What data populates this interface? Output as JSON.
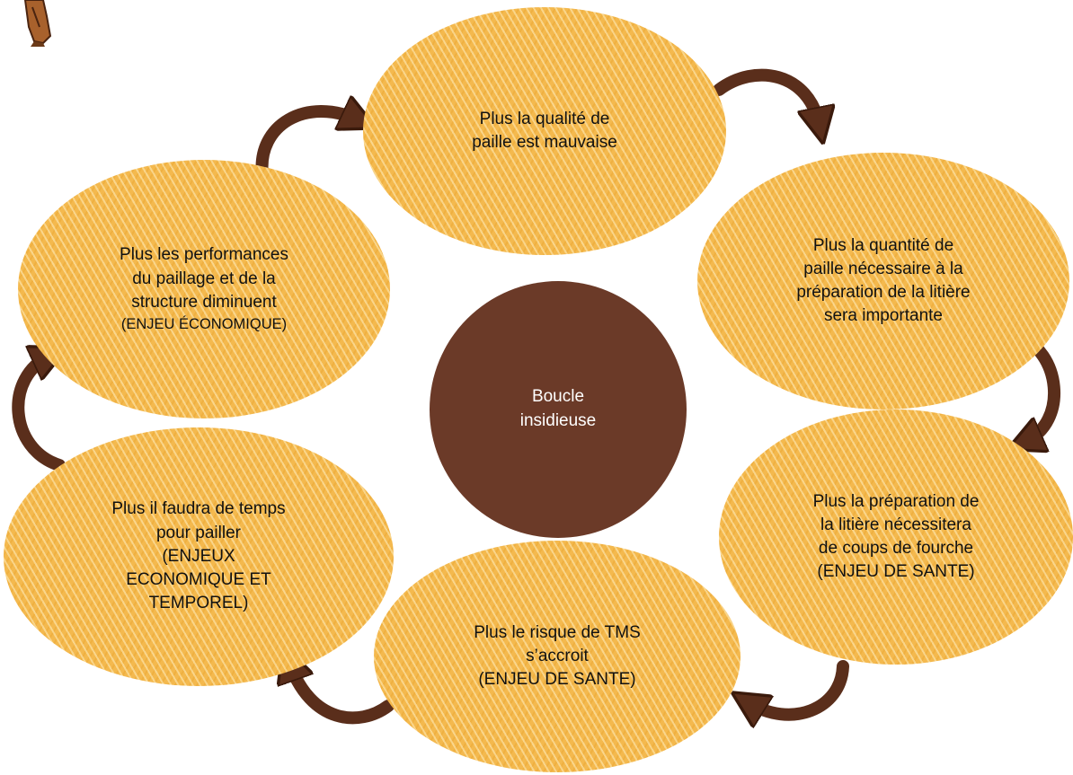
{
  "center": {
    "lines": [
      "Boucle",
      "insidieuse"
    ]
  },
  "nodes": {
    "top": {
      "lines": [
        "Plus la qualité de",
        "paille est mauvaise"
      ]
    },
    "right_top": {
      "lines": [
        "Plus la quantité de",
        "paille nécessaire à la",
        "préparation de la litière",
        "sera importante"
      ]
    },
    "right_bottom": {
      "lines": [
        "Plus la préparation de",
        "la litière nécessitera",
        "de coups de fourche",
        "(ENJEU DE SANTE)"
      ]
    },
    "bottom": {
      "lines": [
        "Plus le risque de TMS",
        "s’accroit",
        "(ENJEU DE SANTE)"
      ]
    },
    "left_bottom": {
      "lines": [
        "Plus il faudra de temps",
        "pour pailler",
        "(ENJEUX",
        "ECONOMIQUE ET",
        "TEMPOREL)"
      ]
    },
    "left_top": {
      "lines": [
        "Plus les performances",
        "du paillage et de la",
        "structure diminuent"
      ],
      "sub": "(ENJEU ÉCONOMIQUE)"
    }
  },
  "colors": {
    "ellipse_fill": "#f4b94e",
    "center_fill": "#6b3a28",
    "arrow_fill": "#5a2e1b"
  },
  "icons": {
    "arrow": "curved-arrow-icon",
    "mascot": "mascot-figure-icon"
  }
}
